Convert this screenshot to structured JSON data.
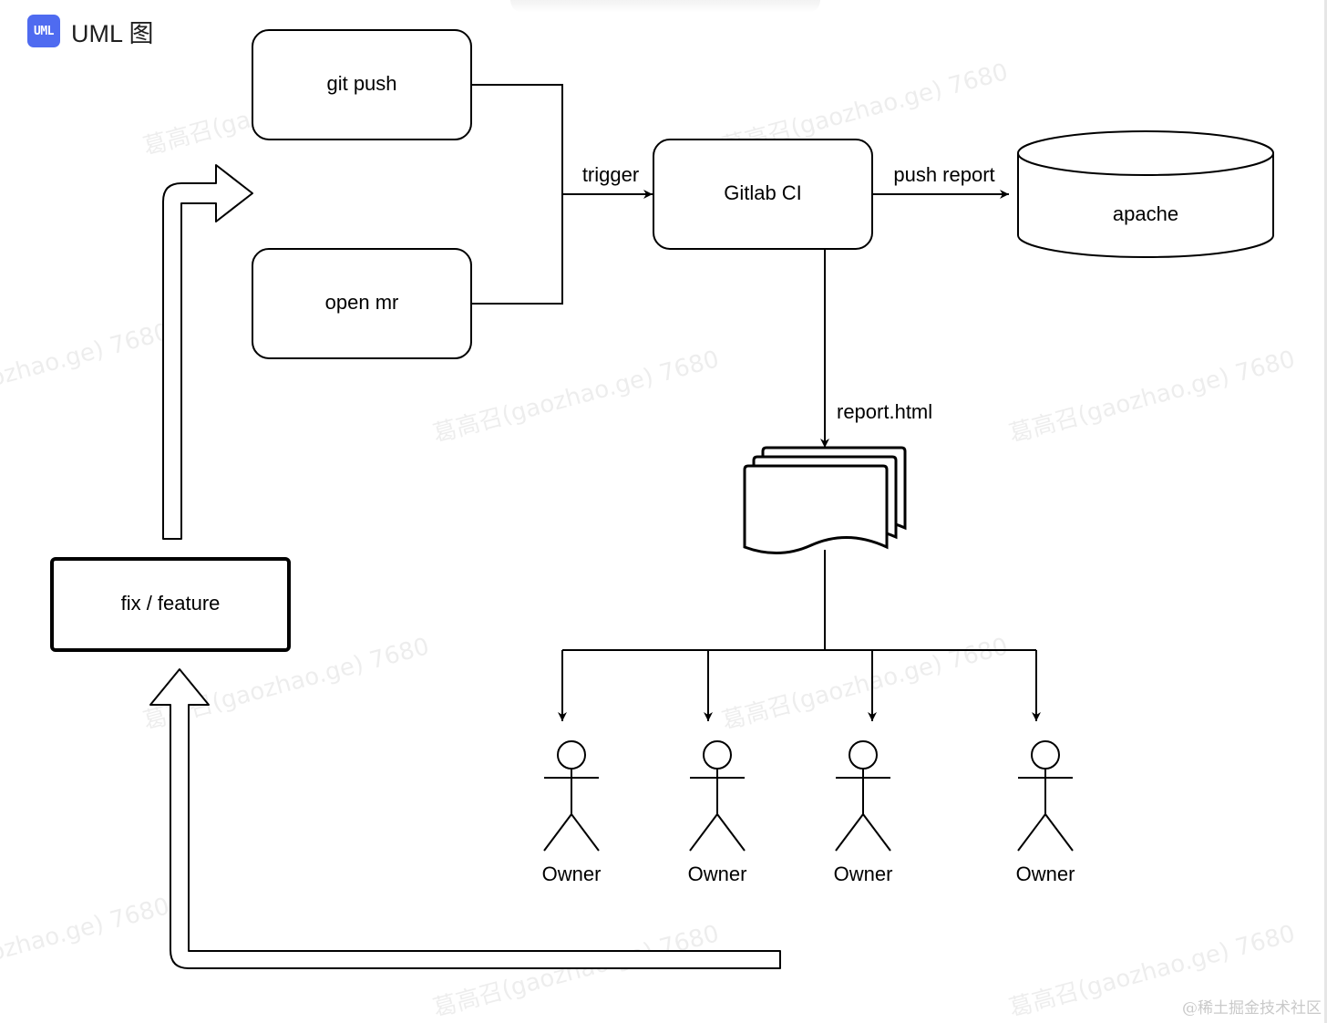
{
  "header": {
    "badge_text": "UML",
    "title": "UML 图"
  },
  "diagram": {
    "nodes": {
      "git_push": "git push",
      "open_mr": "open mr",
      "gitlab_ci": "Gitlab CI",
      "apache": "apache",
      "fix_feature": "fix / feature"
    },
    "edges": {
      "trigger": "trigger",
      "push_report": "push report",
      "report_html": "report.html"
    },
    "actors": [
      "Owner",
      "Owner",
      "Owner",
      "Owner"
    ],
    "watermark_text": "葛高召(gaozhao.ge) 7680"
  },
  "footer": {
    "credit": "@稀土掘金技术社区"
  }
}
